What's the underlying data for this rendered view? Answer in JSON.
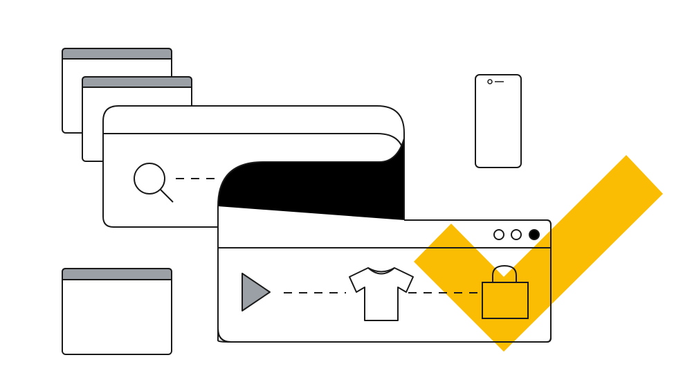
{
  "colors": {
    "background": "#ffffff",
    "stroke": "#1a1a1a",
    "fill_black": "#000000",
    "window_bar": "#9aa0a6",
    "play_fill": "#9aa0a6",
    "checkmark": "#fbbc04"
  },
  "icons": {
    "search": "search-icon",
    "play": "play-icon",
    "tshirt": "tshirt-icon",
    "bag": "shopping-bag-icon",
    "phone": "smartphone-icon",
    "check": "checkmark-icon"
  },
  "windows": [
    {
      "name": "browser-window-small-1"
    },
    {
      "name": "browser-window-small-2"
    },
    {
      "name": "browser-window-small-3"
    }
  ],
  "main_window": {
    "controls": [
      "control-dot-1",
      "control-dot-2",
      "control-dot-3"
    ]
  }
}
